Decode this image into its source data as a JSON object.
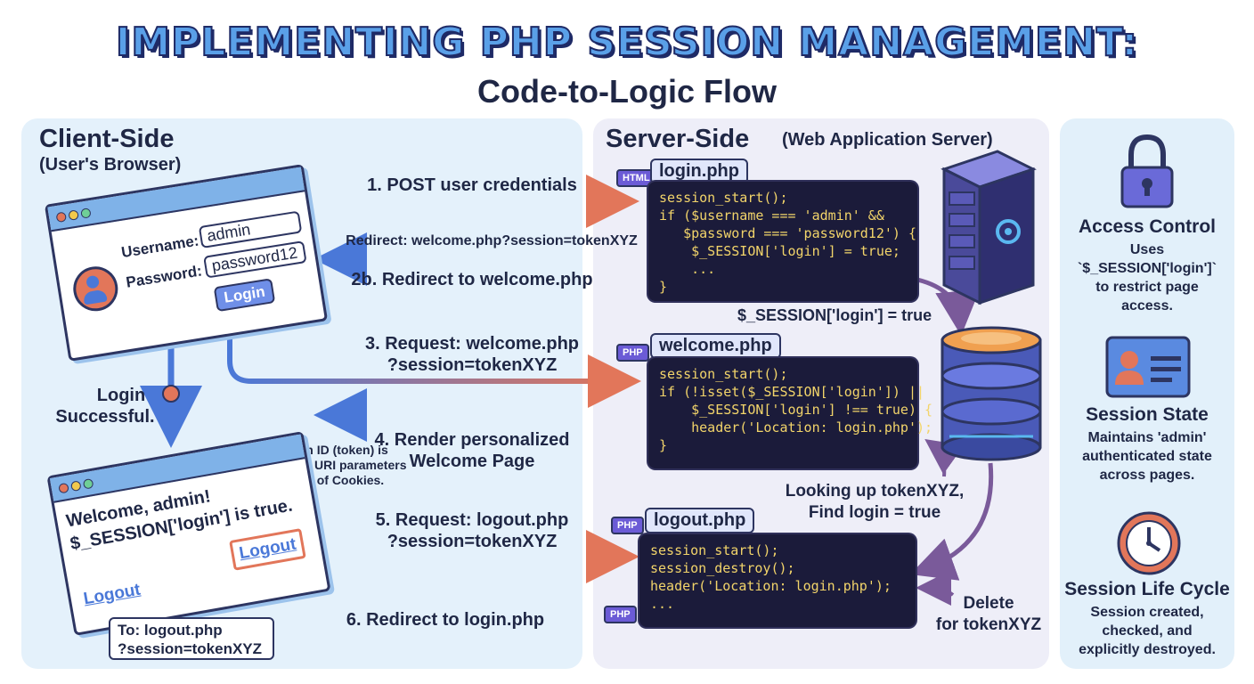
{
  "title": "IMPLEMENTING PHP SESSION MANAGEMENT:",
  "subtitle": "Code-to-Logic Flow",
  "client": {
    "heading": "Client-Side",
    "subheading": "(User's Browser)",
    "login_form": {
      "username_label": "Username:",
      "username_value": "admin",
      "password_label": "Password:",
      "password_value": "password12",
      "login_button": "Login"
    },
    "login_successful": [
      "Login",
      "Successful."
    ],
    "session_note": [
      "Session ID (token) is",
      "passed via URI parameters",
      "instead of Cookies."
    ],
    "welcome_page": {
      "line1": "Welcome, admin!",
      "line2": "$_SESSION['login'] is true.",
      "logout_button": "Logout",
      "logout_link": "Logout"
    },
    "tooltip": [
      "To: logout.php",
      "?session=tokenXYZ"
    ]
  },
  "steps": {
    "s1": "1. POST user credentials",
    "redirect_url": "Redirect: welcome.php?session=tokenXYZ",
    "s2b": "2b. Redirect to welcome.php",
    "s3": [
      "3. Request: welcome.php",
      "?session=tokenXYZ"
    ],
    "s4": [
      "4. Render personalized",
      "Welcome Page"
    ],
    "s5": [
      "5. Request: logout.php",
      "?session=tokenXYZ"
    ],
    "s6": "6. Redirect to login.php"
  },
  "server": {
    "heading": "Server-Side",
    "subheading": "(Web Application Server)",
    "files": [
      {
        "name": "login.php",
        "badge": "HTML",
        "code": "session_start();\nif ($username === 'admin' &&\n   $password === 'password12') {\n    $_SESSION['login'] = true;\n    ...\n}"
      },
      {
        "name": "welcome.php",
        "badge": "PHP",
        "code": "session_start();\nif (!isset($_SESSION['login']) ||\n    $_SESSION['login'] !== true) {\n    header('Location: login.php');\n}"
      },
      {
        "name": "logout.php",
        "badge": "PHP",
        "code": "session_start();\nsession_destroy();\nheader('Location: login.php');\n..."
      }
    ],
    "extra_badge": "PHP",
    "session_set": "$_SESSION['login'] = true",
    "lookup": [
      "Looking up tokenXYZ,",
      "Find login = true"
    ],
    "delete": [
      "Delete",
      "for tokenXYZ"
    ]
  },
  "sidebar": [
    {
      "title": "Access Control",
      "text": [
        "Uses",
        "`$_SESSION['login']`",
        "to restrict page",
        "access."
      ],
      "icon": "lock-icon"
    },
    {
      "title": "Session State",
      "text": [
        "Maintains 'admin'",
        "authenticated state",
        "across pages."
      ],
      "icon": "id-card-icon"
    },
    {
      "title": "Session Life Cycle",
      "text": [
        "Session created,",
        "checked, and",
        "explicitly destroyed."
      ],
      "icon": "clock-icon"
    }
  ],
  "colors": {
    "accent_blue": "#4a78d8",
    "arrow_orange": "#e2765a",
    "code_bg": "#1b1b3a",
    "server_purple": "#5b5bb8"
  }
}
